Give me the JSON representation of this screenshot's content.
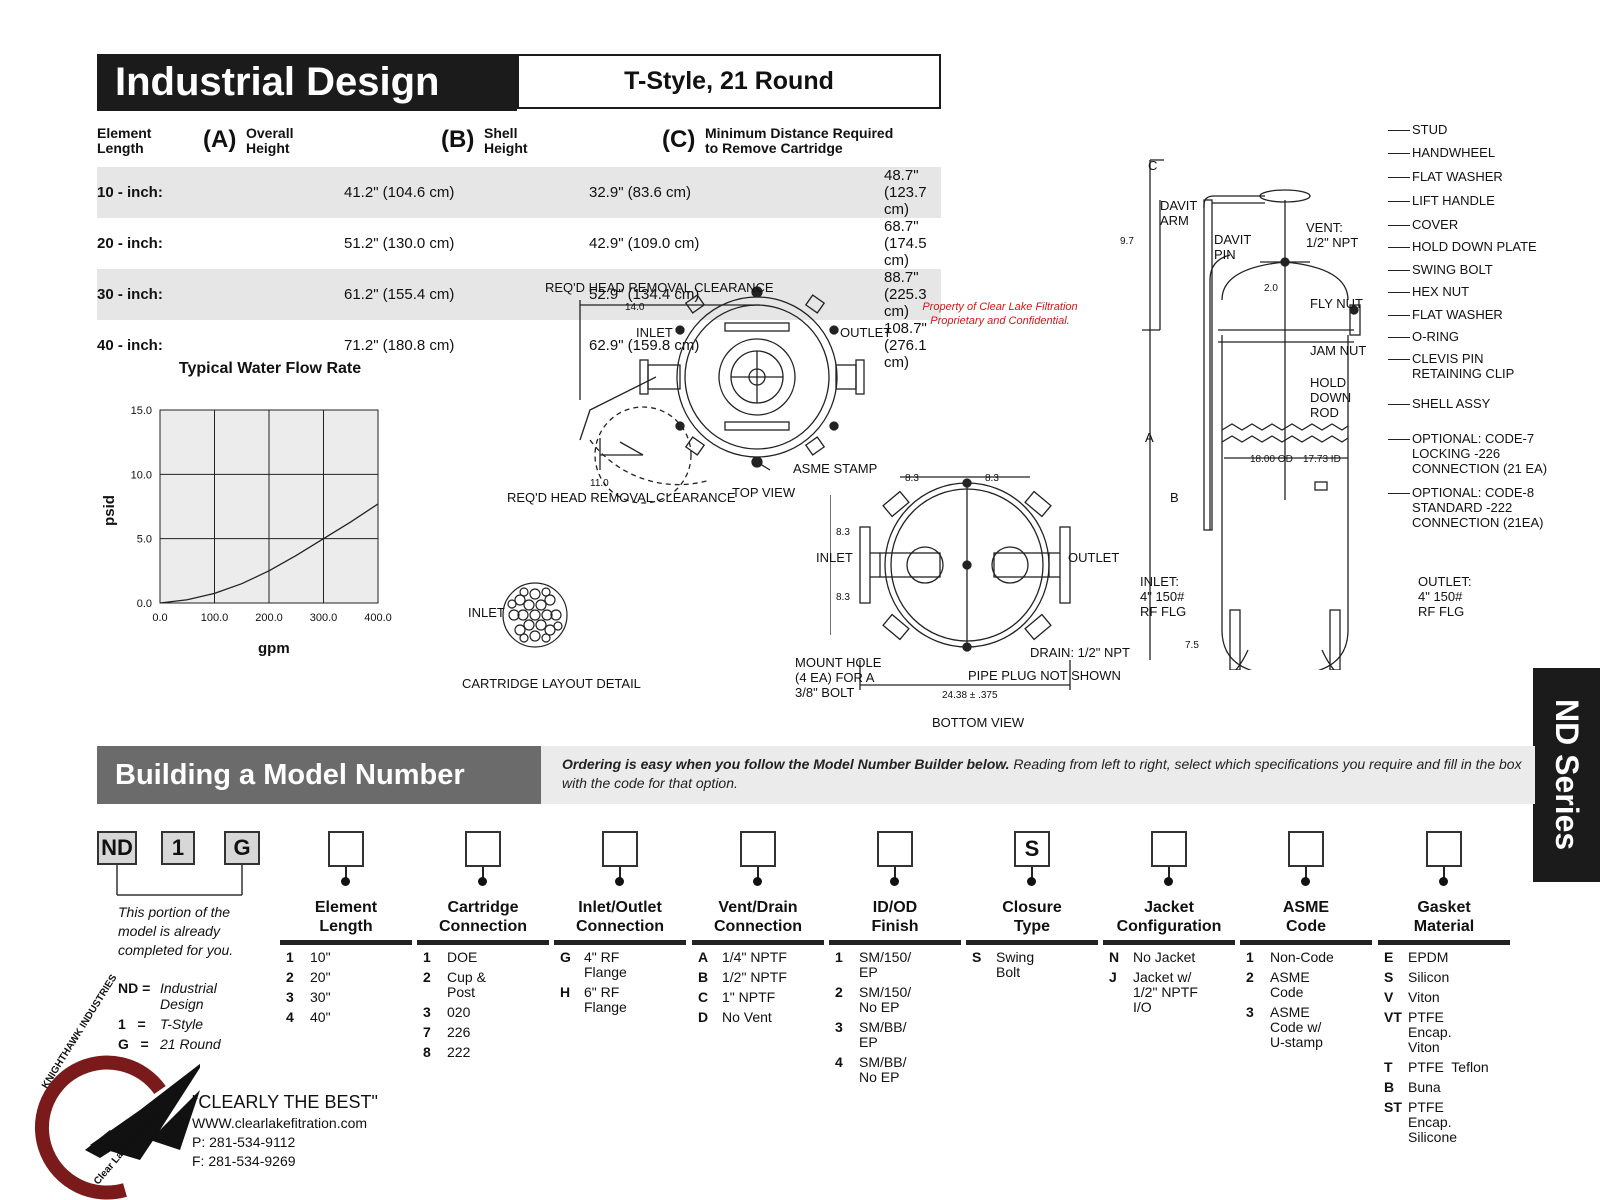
{
  "header": {
    "title": "Industrial Design",
    "subtitle": "T-Style, 21 Round"
  },
  "spec": {
    "col_element": "Element\nLength",
    "col_a_letter": "(A)",
    "col_a": "Overall\nHeight",
    "col_b_letter": "(B)",
    "col_b": "Shell\nHeight",
    "col_c_letter": "(C)",
    "col_c": "Minimum Distance Required\nto Remove Cartridge",
    "rows": [
      {
        "len": "10 - inch:",
        "a": "41.2\" (104.6 cm)",
        "b": "32.9\" (83.6 cm)",
        "c": "48.7\" (123.7 cm)"
      },
      {
        "len": "20 - inch:",
        "a": "51.2\" (130.0 cm)",
        "b": "42.9\" (109.0 cm)",
        "c": "68.7\" (174.5 cm)"
      },
      {
        "len": "30 - inch:",
        "a": "61.2\" (155.4 cm)",
        "b": "52.9\" (134.4 cm)",
        "c": "88.7\" (225.3 cm)"
      },
      {
        "len": "40 - inch:",
        "a": "71.2\" (180.8 cm)",
        "b": "62.9\" (159.8 cm)",
        "c": "108.7\" (276.1 cm)"
      }
    ]
  },
  "chart_data": {
    "type": "line",
    "title": "Typical Water Flow Rate",
    "xlabel": "gpm",
    "ylabel": "psid",
    "xlim": [
      0,
      400
    ],
    "ylim": [
      0,
      15
    ],
    "xticks": [
      "0.0",
      "100.0",
      "200.0",
      "300.0",
      "400.0"
    ],
    "yticks": [
      "0.0",
      "5.0",
      "10.0",
      "15.0"
    ],
    "grid": true,
    "x": [
      0,
      50,
      100,
      150,
      200,
      250,
      300,
      350,
      400
    ],
    "y": [
      0,
      0.25,
      0.75,
      1.5,
      2.5,
      3.7,
      5.0,
      6.3,
      7.7
    ]
  },
  "top_view": {
    "req_head_1": "REQ'D HEAD REMOVAL CLEARANCE",
    "dim_14": "14.0",
    "inlet": "INLET",
    "outlet": "OUTLET",
    "dim_11": "11.0",
    "req_head_2": "REQ'D HEAD REMOVAL CLEARANCE",
    "asme_stamp": "ASME STAMP",
    "caption": "TOP VIEW"
  },
  "proprietary": "Property of Clear Lake Filtration\nProprietary and Confidential.",
  "cartridge": {
    "inlet": "INLET",
    "caption": "CARTRIDGE LAYOUT DETAIL"
  },
  "bottom_view": {
    "dim_83a": "8.3",
    "dim_83b": "8.3",
    "dim_83c": "8.3",
    "dim_83d": "8.3",
    "inlet": "INLET",
    "outlet": "OUTLET",
    "mount": "MOUNT HOLE\n(4 EA) FOR A\n3/8\" BOLT",
    "drain": "DRAIN: 1/2\" NPT",
    "plug": "PIPE PLUG NOT SHOWN",
    "dim_width": "24.38 ± .375",
    "caption": "BOTTOM VIEW"
  },
  "side_view": {
    "c": "C",
    "davit_arm": "DAVIT\nARM",
    "dim_97": "9.7",
    "davit_pin": "DAVIT\nPIN",
    "vent": "VENT:\n1/2\" NPT",
    "dim_20": "2.0",
    "a": "A",
    "b": "B",
    "od": "18.00 OD",
    "id": "17.73 ID",
    "inlet": "INLET:\n4\" 150#\nRF FLG",
    "outlet": "OUTLET:\n4\" 150#\nRF FLG",
    "dim_75": "7.5",
    "callouts": [
      "STUD",
      "HANDWHEEL",
      "FLAT WASHER",
      "LIFT HANDLE",
      "COVER",
      "HOLD DOWN PLATE",
      "SWING BOLT",
      "HEX NUT",
      "FLAT WASHER",
      "O-RING",
      "CLEVIS PIN\nRETAINING CLIP",
      "SHELL ASSY",
      "OPTIONAL: CODE-7\nLOCKING -226\nCONNECTION (21 EA)",
      "OPTIONAL: CODE-8\nSTANDARD -222\nCONNECTION (21EA)"
    ],
    "fly_nut": "FLY NUT",
    "jam_nut": "JAM NUT",
    "hold_down_rod": "HOLD\nDOWN\nROD"
  },
  "builder": {
    "title": "Building a Model Number",
    "intro_bold": "Ordering is easy when you follow the Model Number Builder below.",
    "intro_rest": " Reading from left to right, select which specifications you require and fill in the box with the code for that option.",
    "prefix": [
      "ND",
      "1",
      "G"
    ],
    "prefix_note": "This portion of the\nmodel is already\ncompleted for you.",
    "legend": [
      {
        "code": "ND =",
        "desc": "Industrial\nDesign"
      },
      {
        "code": "1   =",
        "desc": "T-Style"
      },
      {
        "code": "G   =",
        "desc": "21 Round"
      }
    ],
    "columns": [
      {
        "box": "",
        "title": "Element\nLength",
        "options": [
          {
            "c": "1",
            "d": "10\""
          },
          {
            "c": "2",
            "d": "20\""
          },
          {
            "c": "3",
            "d": "30\""
          },
          {
            "c": "4",
            "d": "40\""
          }
        ]
      },
      {
        "box": "",
        "title": "Cartridge\nConnection",
        "options": [
          {
            "c": "1",
            "d": "DOE"
          },
          {
            "c": "2",
            "d": "Cup &\nPost"
          },
          {
            "c": "3",
            "d": "020"
          },
          {
            "c": "7",
            "d": "226"
          },
          {
            "c": "8",
            "d": "222"
          }
        ]
      },
      {
        "box": "",
        "title": "Inlet/Outlet\nConnection",
        "options": [
          {
            "c": "G",
            "d": "4\" RF\nFlange"
          },
          {
            "c": "H",
            "d": "6\" RF\nFlange"
          }
        ]
      },
      {
        "box": "",
        "title": "Vent/Drain\nConnection",
        "options": [
          {
            "c": "A",
            "d": "1/4\" NPTF"
          },
          {
            "c": "B",
            "d": "1/2\" NPTF"
          },
          {
            "c": "C",
            "d": "1\" NPTF"
          },
          {
            "c": "D",
            "d": "No Vent"
          }
        ]
      },
      {
        "box": "",
        "title": "ID/OD\nFinish",
        "options": [
          {
            "c": "1",
            "d": "SM/150/\nEP"
          },
          {
            "c": "2",
            "d": "SM/150/\nNo EP"
          },
          {
            "c": "3",
            "d": "SM/BB/\nEP"
          },
          {
            "c": "4",
            "d": "SM/BB/\nNo EP"
          }
        ]
      },
      {
        "box": "S",
        "title": "Closure\nType",
        "options": [
          {
            "c": "S",
            "d": "Swing\nBolt"
          }
        ]
      },
      {
        "box": "",
        "title": "Jacket\nConfiguration",
        "options": [
          {
            "c": "N",
            "d": "No Jacket"
          },
          {
            "c": "J",
            "d": "Jacket w/\n1/2\" NPTF\nI/O"
          }
        ]
      },
      {
        "box": "",
        "title": "ASME\nCode",
        "options": [
          {
            "c": "1",
            "d": "Non-Code"
          },
          {
            "c": "2",
            "d": "ASME\nCode"
          },
          {
            "c": "3",
            "d": "ASME\nCode w/\nU-stamp"
          }
        ]
      },
      {
        "box": "",
        "title": "Gasket\nMaterial",
        "options": [
          {
            "c": "E",
            "d": "EPDM"
          },
          {
            "c": "S",
            "d": "Silicon"
          },
          {
            "c": "V",
            "d": "Viton"
          },
          {
            "c": "VT",
            "d": "PTFE\nEncap.\nViton"
          },
          {
            "c": "T",
            "d": "PTFE  Teflon"
          },
          {
            "c": "B",
            "d": "Buna"
          },
          {
            "c": "ST",
            "d": "PTFE\nEncap.\nSilicone"
          }
        ]
      }
    ]
  },
  "side_tab": "ND Series",
  "footer": {
    "logo_top": "KNIGHTHAWK INDUSTRIES",
    "logo_bottom": "Clear Lake Filtration",
    "slogan": "\"CLEARLY THE BEST\"",
    "web": "WWW.clearlakefitration.com",
    "phone": "P: 281-534-9112",
    "fax": "F: 281-534-9269"
  }
}
